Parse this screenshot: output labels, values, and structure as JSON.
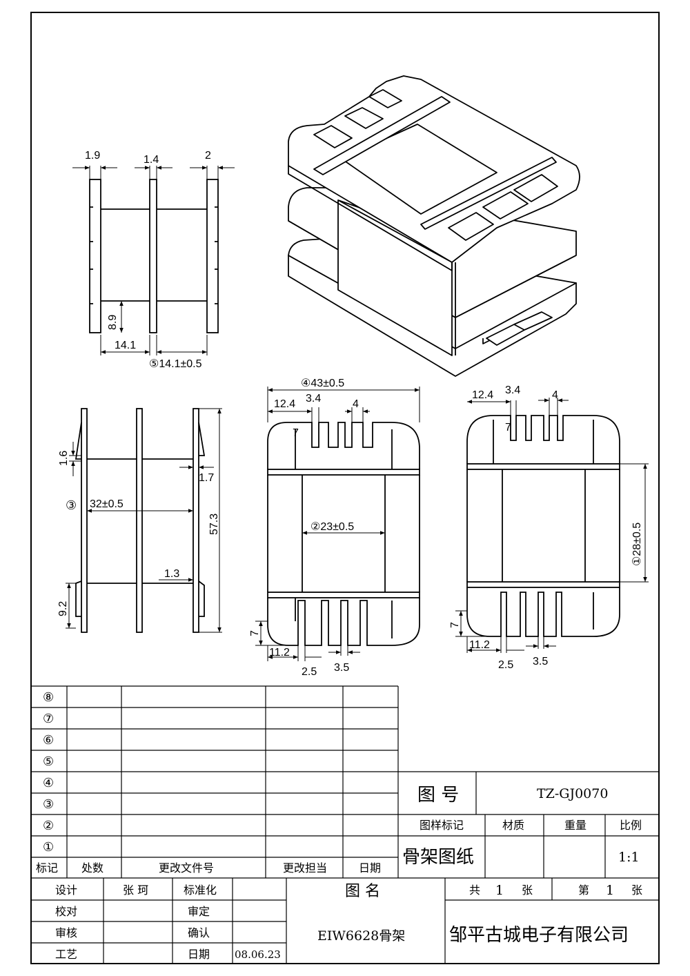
{
  "dimensions": {
    "d_1_9": "1.9",
    "d_1_4": "1.4",
    "d_2": "2",
    "d_8_9": "8.9",
    "d_14_1": "14.1",
    "d_14_1_tol": "⑤14.1±0.5",
    "d_43_tol": "④43±0.5",
    "d_12_4_a": "12.4",
    "d_3_4_a": "3.4",
    "d_4_a": "4",
    "d_7_a": "7",
    "d_23_tol": "②23±0.5",
    "d_7_b": "7",
    "d_11_2_a": "11.2",
    "d_2_5_a": "2.5",
    "d_3_5_a": "3.5",
    "d_12_4_b": "12.4",
    "d_3_4_b": "3.4",
    "d_4_b": "4",
    "d_7_c": "7",
    "d_28_tol": "①28±0.5",
    "d_7_d": "7",
    "d_11_2_b": "11.2",
    "d_2_5_b": "2.5",
    "d_3_5_b": "3.5",
    "d_1_6": "1.6",
    "d_32_tol": "32±0.5",
    "d_circle3": "③",
    "d_1_7": "1.7",
    "d_57_3": "57.3",
    "d_1_3": "1.3",
    "d_9_2": "9.2"
  },
  "revision_table": {
    "rows": [
      "⑧",
      "⑦",
      "⑥",
      "⑤",
      "④",
      "③",
      "②",
      "①"
    ],
    "headers": [
      "标记",
      "处数",
      "更改文件号",
      "更改担当",
      "日期"
    ]
  },
  "title_block": {
    "drawing_no_label": "图 号",
    "drawing_no": "TZ-GJ0070",
    "sample_mark_label": "图样标记",
    "material_label": "材质",
    "weight_label": "重量",
    "scale_label": "比例",
    "doc_type": "骨架图纸",
    "scale": "1:1",
    "design_label": "设计",
    "designer": "张 珂",
    "standard_label": "标准化",
    "check_label": "校对",
    "approve_label": "审定",
    "review_label": "审核",
    "confirm_label": "确认",
    "process_label": "工艺",
    "date_label": "日期",
    "date": "08.06.23",
    "name_label": "图 名",
    "part_name": "EIW6628骨架",
    "total_label": "共",
    "total_sheets": "1",
    "sheet_unit": "张",
    "sheet_label": "第",
    "sheet_no": "1",
    "sheet_unit2": "张",
    "company": "邹平古城电子有限公司"
  }
}
